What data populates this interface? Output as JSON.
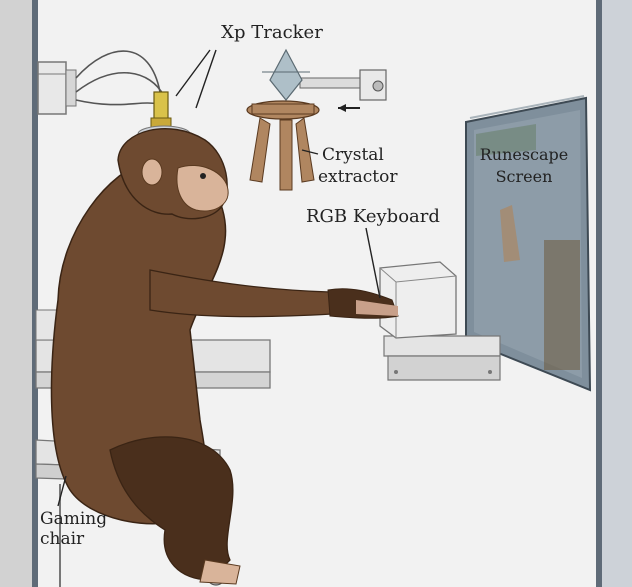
{
  "labels": {
    "xp_tracker": "Xp Tracker",
    "crystal_line1": "Crystal",
    "crystal_line2": "extractor",
    "rgb_keyboard": "RGB Keyboard",
    "screen_line1": "Runescape",
    "screen_line2": "Screen",
    "chair_line1": "Gaming",
    "chair_line2": "chair"
  },
  "colors": {
    "background": "#f2f2f2",
    "frame": "#5f6b78",
    "fur": "#6e4a30",
    "fur_dark": "#4a2f1c",
    "skin": "#d9b49a",
    "crystal": "#aebfc8",
    "extractor_wood": "#b08660",
    "screen": "#7f8f9c",
    "metal": "#e4e4e4",
    "metal_edge": "#8a8a8a"
  }
}
